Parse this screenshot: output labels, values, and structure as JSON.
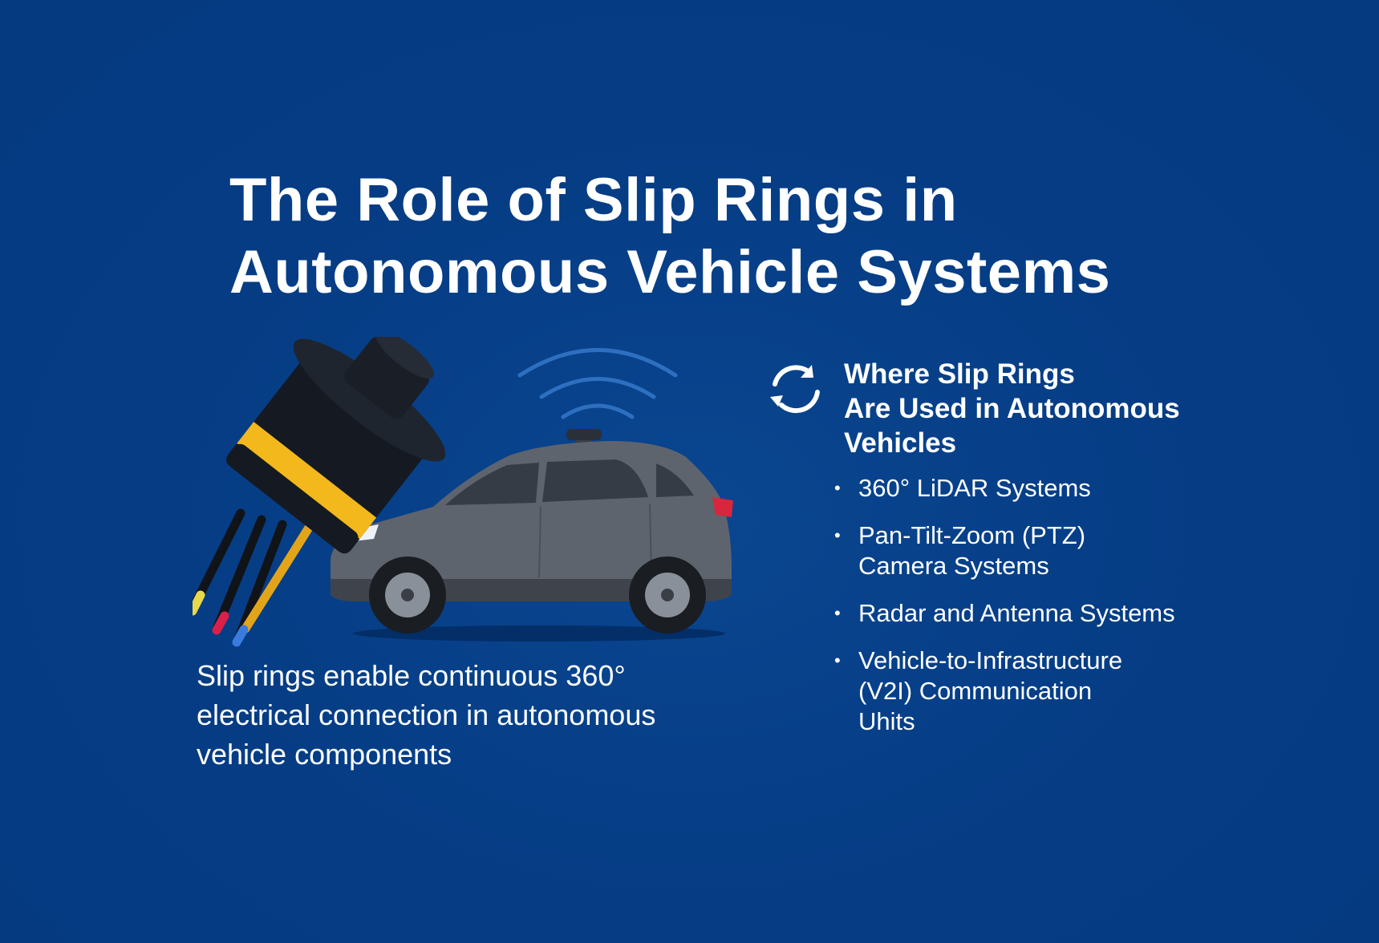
{
  "title": {
    "line1": "The Role of Slip Rings in",
    "line2": "Autonomous Vehicle Systems"
  },
  "caption": {
    "line1": "Slip rings enable continuous 360°",
    "line2": "electrical connection in autonomous",
    "line3": "vehicle components"
  },
  "uses_section": {
    "icon": "refresh-icon",
    "heading_line1": "Where Slip Rings",
    "heading_line2": "Are Used in Autonomous",
    "heading_line3": "Vehicles",
    "bullet": "•",
    "items": [
      {
        "line1": "360° LiDAR Systems"
      },
      {
        "line1": "Pan-Tilt-Zoom (PTZ)",
        "line2": "Camera Systems"
      },
      {
        "line1": "Radar and Antenna Systems"
      },
      {
        "line1": "Vehicle-to-Infrastructure",
        "line2": "(V2I) Communication",
        "line3": "Uhits"
      }
    ]
  },
  "colors": {
    "background": "#053c84",
    "slip_ring_body": "#151a22",
    "slip_ring_band": "#f2b81c",
    "car_body": "#5e646e",
    "signal_waves": "#2e6fc0",
    "wire_yellow": "#e8d94a",
    "wire_red": "#d8214a",
    "wire_blue": "#3a7be0"
  }
}
